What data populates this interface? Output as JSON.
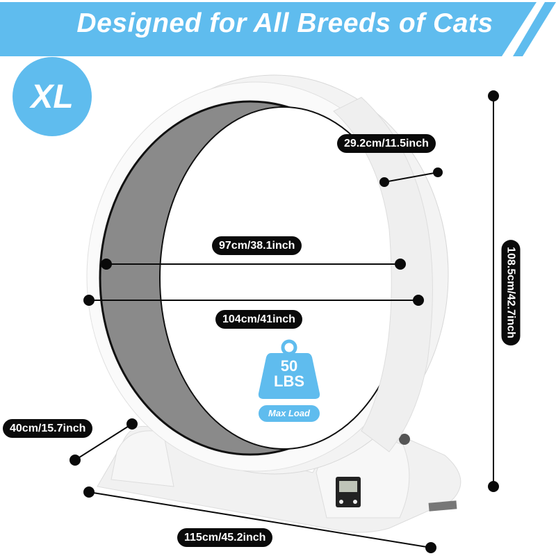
{
  "banner": {
    "title": "Designed for All Breeds of Cats"
  },
  "size_badge": "XL",
  "dimensions": {
    "tread_width": "29.2cm/11.5inch",
    "inner_diameter": "97cm/38.1inch",
    "outer_diameter": "104cm/41inch",
    "height": "108.5cm/42.7inch",
    "base_depth": "40cm/15.7inch",
    "base_length": "115cm/45.2inch"
  },
  "load": {
    "value": "50",
    "unit": "LBS",
    "label": "Max Load"
  },
  "colors": {
    "accent": "#5fbcee",
    "pill": "#0a0a0a",
    "tread": "#8a8a8a"
  }
}
